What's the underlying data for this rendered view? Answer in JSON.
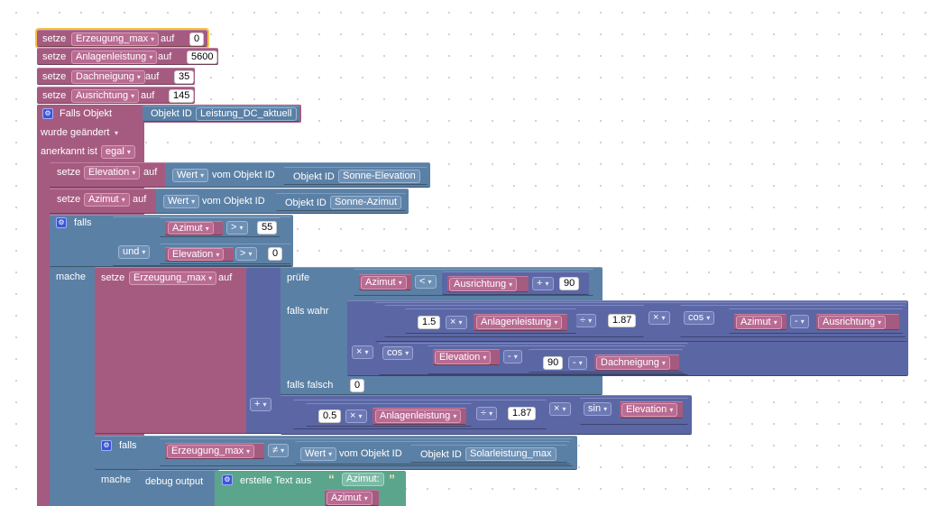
{
  "words": {
    "setze": "setze",
    "auf": "auf",
    "falls": "falls",
    "und": "und",
    "mache": "mache",
    "pruefe": "prüfe",
    "falls_wahr": "falls wahr",
    "falls_falsch": "falls falsch",
    "objekt_id": "Objekt ID",
    "vom_objekt_id": "vom Objekt ID",
    "wert": "Wert",
    "cos": "cos",
    "sin": "sin",
    "falls_objekt": "Falls Objekt",
    "wurde_geaendert": "wurde geändert",
    "anerkannt_ist": "anerkannt ist",
    "egal": "egal",
    "debug_output": "debug output",
    "erstelle_text_aus": "erstelle Text aus",
    "dropdown_arrow": "▾"
  },
  "variables": {
    "erzeugung_max": "Erzeugung_max",
    "anlagenleistung": "Anlagenleistung",
    "dachneigung": "Dachneigung",
    "ausrichtung": "Ausrichtung",
    "elevation": "Elevation",
    "azimut": "Azimut"
  },
  "values": {
    "erzeugung_max": "0",
    "anlagenleistung": "5600",
    "dachneigung": "35",
    "ausrichtung": "145",
    "azimut_gt": "55",
    "elevation_gt": "0",
    "compare_90": "90",
    "factor_1_5": "1.5",
    "div_1_87": "1.87",
    "ninety": "90",
    "falls_falsch_value": "0",
    "factor_0_5": "0.5",
    "div_1_87_b": "1.87",
    "azimut_text": "Azimut:"
  },
  "object_ids": {
    "trigger": "Leistung_DC_aktuell",
    "sonne_elevation": "Sonne-Elevation",
    "sonne_azimut": "Sonne-Azimut",
    "solarleistung_max": "Solarleistung_max"
  },
  "operators": {
    "gt": ">",
    "lt": "<",
    "plus": "+",
    "minus": "-",
    "times": "×",
    "divide": "÷",
    "neq": "≠"
  },
  "colors": {
    "variables": "#a55b80",
    "logic": "#5b80a5",
    "math": "#5b67a5",
    "text": "#5ba58c",
    "selected_outline": "#f5c343"
  }
}
